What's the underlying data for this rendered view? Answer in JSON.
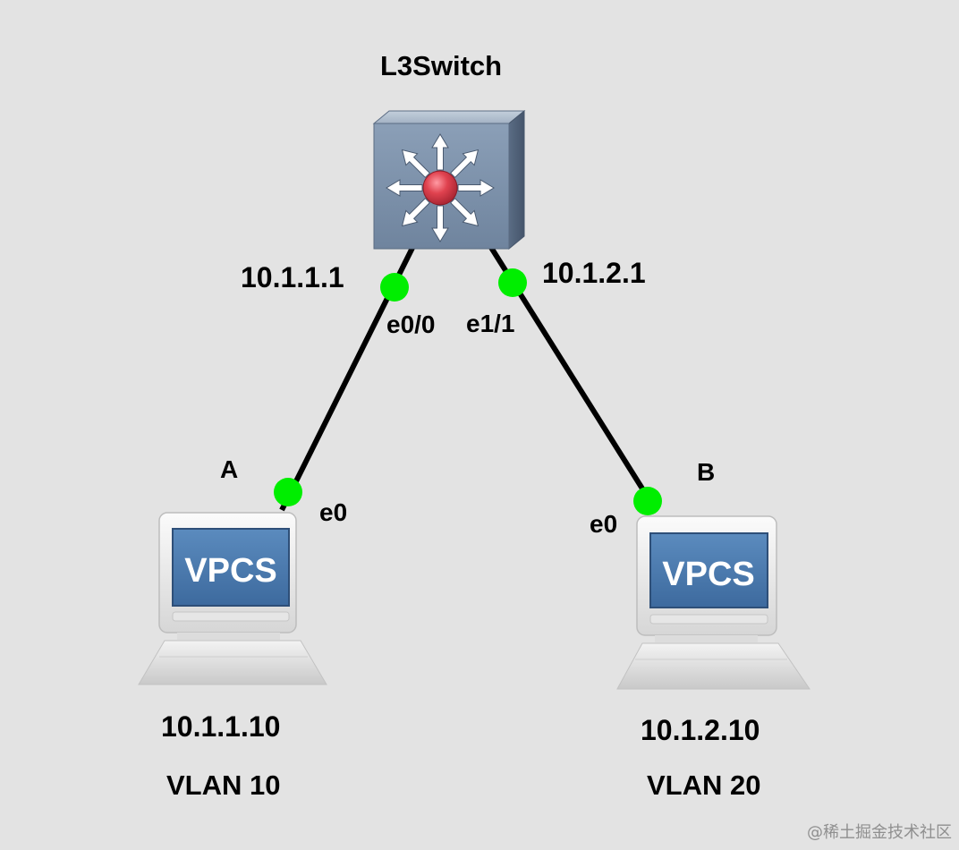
{
  "switch": {
    "name": "L3Switch",
    "icon": "layer3-switch-icon"
  },
  "links": [
    {
      "switch_port": "e0/0",
      "switch_ip": "10.1.1.1",
      "host_port": "e0",
      "status": "up"
    },
    {
      "switch_port": "e1/1",
      "switch_ip": "10.1.2.1",
      "host_port": "e0",
      "status": "up"
    }
  ],
  "hosts": [
    {
      "name": "A",
      "screen_text": "VPCS",
      "ip": "10.1.1.10",
      "vlan": "VLAN 10",
      "icon": "vpcs-computer-icon"
    },
    {
      "name": "B",
      "screen_text": "VPCS",
      "ip": "10.1.2.10",
      "vlan": "VLAN 20",
      "icon": "vpcs-computer-icon"
    }
  ],
  "watermark": "@稀土掘金技术社区",
  "colors": {
    "background": "#e3e3e3",
    "link": "#000000",
    "port_up": "#00ee00",
    "switch_face": "#7f93ab",
    "switch_center": "#e0424f",
    "vpcs_screen": "#4a79ae"
  }
}
